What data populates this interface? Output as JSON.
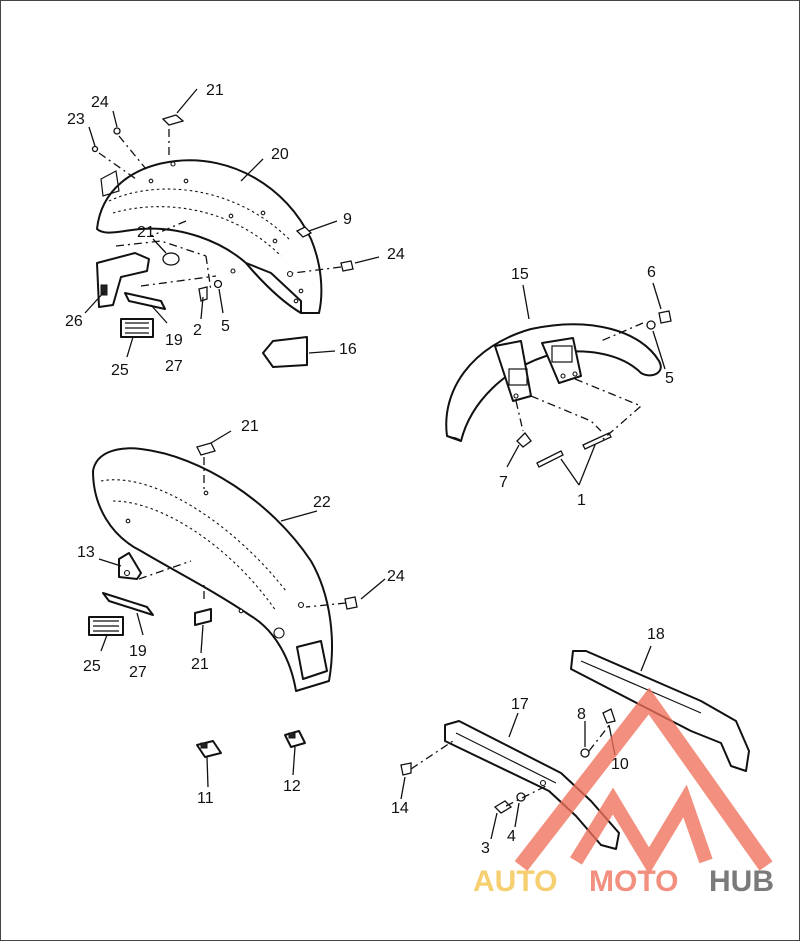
{
  "callouts": {
    "c21a": "21",
    "c24a": "24",
    "c23": "23",
    "c20": "20",
    "c9": "9",
    "c21b": "21",
    "c24b": "24",
    "c26": "26",
    "c2": "2",
    "c5a": "5",
    "c19a": "19",
    "c27a": "27",
    "c25a": "25",
    "c16": "16",
    "c15": "15",
    "c6": "6",
    "c5b": "5",
    "c7": "7",
    "c1": "1",
    "c21c": "21",
    "c22": "22",
    "c13": "13",
    "c24c": "24",
    "c19b": "19",
    "c27b": "27",
    "c25b": "25",
    "c21d": "21",
    "c11": "11",
    "c12": "12",
    "c18": "18",
    "c17": "17",
    "c8": "8",
    "c10": "10",
    "c14": "14",
    "c3": "3",
    "c4": "4"
  },
  "watermark": {
    "part1": "AUTO",
    "part2": "MOTO",
    "part3": "HUB",
    "color_primary": "#f0705a",
    "color_secondary": "#f4c24a",
    "color_dark": "#555555"
  }
}
